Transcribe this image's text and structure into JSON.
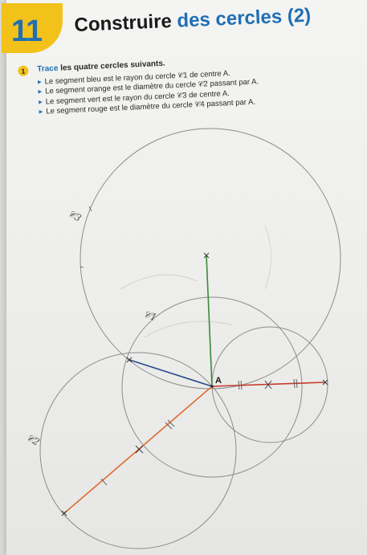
{
  "lesson": {
    "number": "11",
    "title_black": "Construire",
    "title_blue": "des cercles (2)"
  },
  "exercise": {
    "number": "1",
    "verb": "Trace",
    "instruction": "les quatre cercles suivants.",
    "items": [
      {
        "label": "Le segment bleu est le rayon du cercle 𝒞1 de centre A."
      },
      {
        "label": "Le segment orange est le diamètre du cercle 𝒞2 passant par A."
      },
      {
        "label": "Le segment vert est le rayon du cercle 𝒞3 de centre A."
      },
      {
        "label": "Le segment rouge est le diamètre du cercle 𝒞4 passant par A."
      }
    ]
  },
  "drawing": {
    "point_label": "A",
    "circle_labels": [
      "𝒞1",
      "𝒞2",
      "𝒞3"
    ],
    "colors": {
      "blue": "#2b4a8c",
      "orange": "#e06a2c",
      "green": "#3a8a3a",
      "red": "#c63a2a",
      "pencil": "#8c8c8c",
      "accent_yellow": "#f2c21a",
      "accent_blue": "#1f6fb5"
    }
  }
}
